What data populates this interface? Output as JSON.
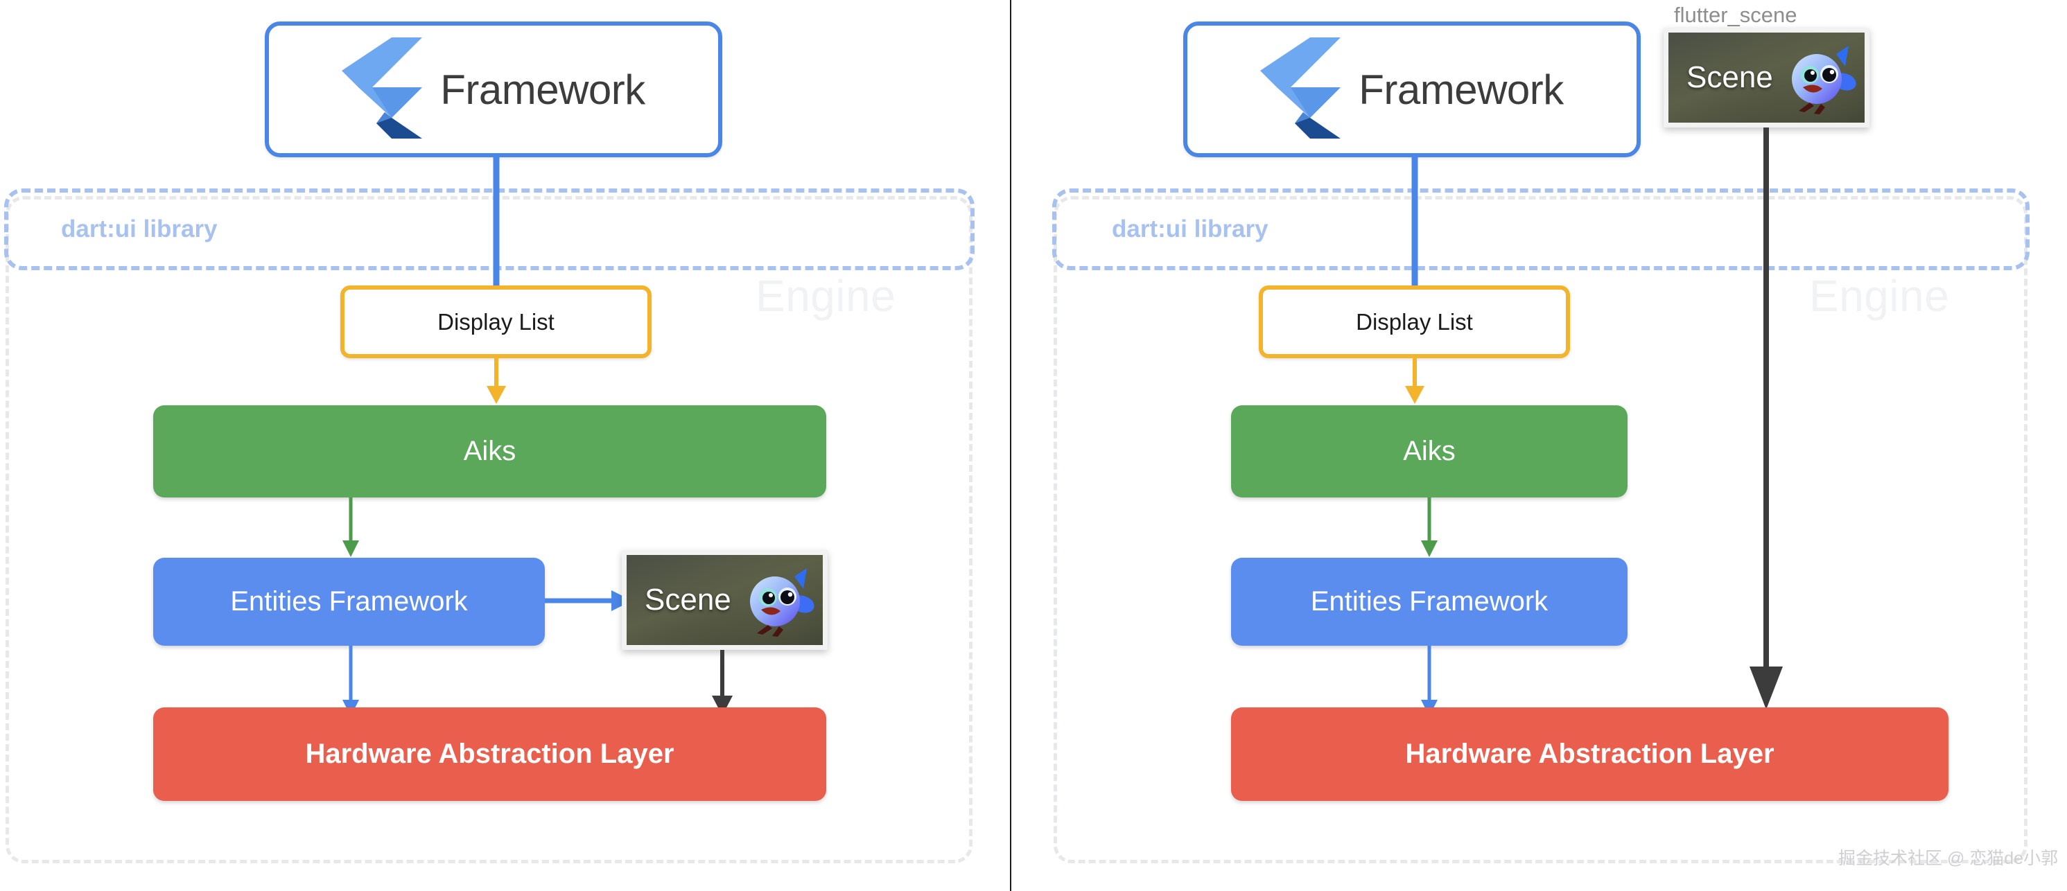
{
  "diagram": {
    "title": "Flutter engine rendering pipeline comparison",
    "colors": {
      "framework_border": "#4a86e8",
      "display_list_border": "#f3b32b",
      "aiks_fill": "#5ba85b",
      "entities_fill": "#5b8def",
      "hal_fill": "#ea5e4d",
      "dartui_dash": "#a8c2f0",
      "engine_dash": "#e7e8ea",
      "scene_arrow": "#3c3c3c"
    }
  },
  "panels": [
    {
      "id": "left",
      "engine_label": "Engine",
      "dartui_label": "dart:ui library",
      "nodes": {
        "framework": "Framework",
        "display_list": "Display List",
        "aiks": "Aiks",
        "entities": "Entities Framework",
        "hal": "Hardware Abstraction Layer",
        "scene": "Scene"
      },
      "scene_caption": ""
    },
    {
      "id": "right",
      "engine_label": "Engine",
      "dartui_label": "dart:ui library",
      "nodes": {
        "framework": "Framework",
        "display_list": "Display List",
        "aiks": "Aiks",
        "entities": "Entities Framework",
        "hal": "Hardware Abstraction Layer",
        "scene": "Scene"
      },
      "scene_caption": "flutter_scene"
    }
  ],
  "icons": {
    "flutter_logo": "flutter-logo-icon",
    "dash_bird": "dash-bird-icon"
  },
  "watermark": "掘金技术社区 @ 恋猫de小郭"
}
